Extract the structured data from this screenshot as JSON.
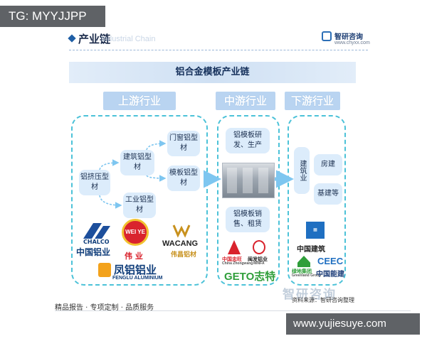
{
  "corner_tag": "TG: MYYJJPP",
  "header": {
    "title": "产业链",
    "subtitle": "Industrial Chain",
    "brand_name": "智研咨询",
    "brand_url": "www.chyxx.com"
  },
  "diagram": {
    "title": "铝合金模板产业链",
    "stages": {
      "upstream": "上游行业",
      "midstream": "中游行业",
      "downstream": "下游行业"
    },
    "upstream_nodes": {
      "extrusion": "铝挤压型材",
      "construction_profile": "建筑铝型材",
      "industrial_profile": "工业铝型材",
      "door_window_profile": "门窗铝型材",
      "formwork_profile": "模板铝型材"
    },
    "midstream_nodes": {
      "rd_production": "铝模板研发、生产",
      "sales_leasing": "铝模板销售、租赁"
    },
    "downstream_nodes": {
      "construction_industry": "建筑业",
      "housing": "房建",
      "infrastructure": "基建等"
    },
    "upstream_logos": {
      "chalco_en": "CHALCO",
      "chalco_cn": "中国铝业",
      "weiye_en": "WEI YE",
      "weiye_cn": "伟 业",
      "wacang_en": "WACANG",
      "wacang_cn": "伟昌铝材",
      "fenglu_cn": "凤铝铝业",
      "fenglu_en": "FENGLU ALUMINIUM"
    },
    "midstream_logos": {
      "zhongwang_cn": "中国忠旺",
      "zhongwang_en": "China Zhongwang",
      "mingfa_cn": "闽发铝业",
      "mingfa_en": "MINFA",
      "geto": "GETO志特"
    },
    "downstream_logos": {
      "cscec_cn": "中国建筑",
      "greenland_cn": "绿地集团",
      "greenland_en": "Greenland Group",
      "ceec_en": "CEEC",
      "ceec_cn": "中国能建"
    }
  },
  "footer": {
    "slogan": "精品报告 · 专项定制 · 品质服务",
    "source": "资料来源：智研咨询整理",
    "watermark": "智研咨询"
  },
  "site_tag": "www.yujiesuye.com",
  "colors": {
    "dashed_border": "#4cc2d8",
    "node_fill": "#dcecfb",
    "arrow": "#7ec6f0",
    "stage_head": "#b9d4f1"
  }
}
